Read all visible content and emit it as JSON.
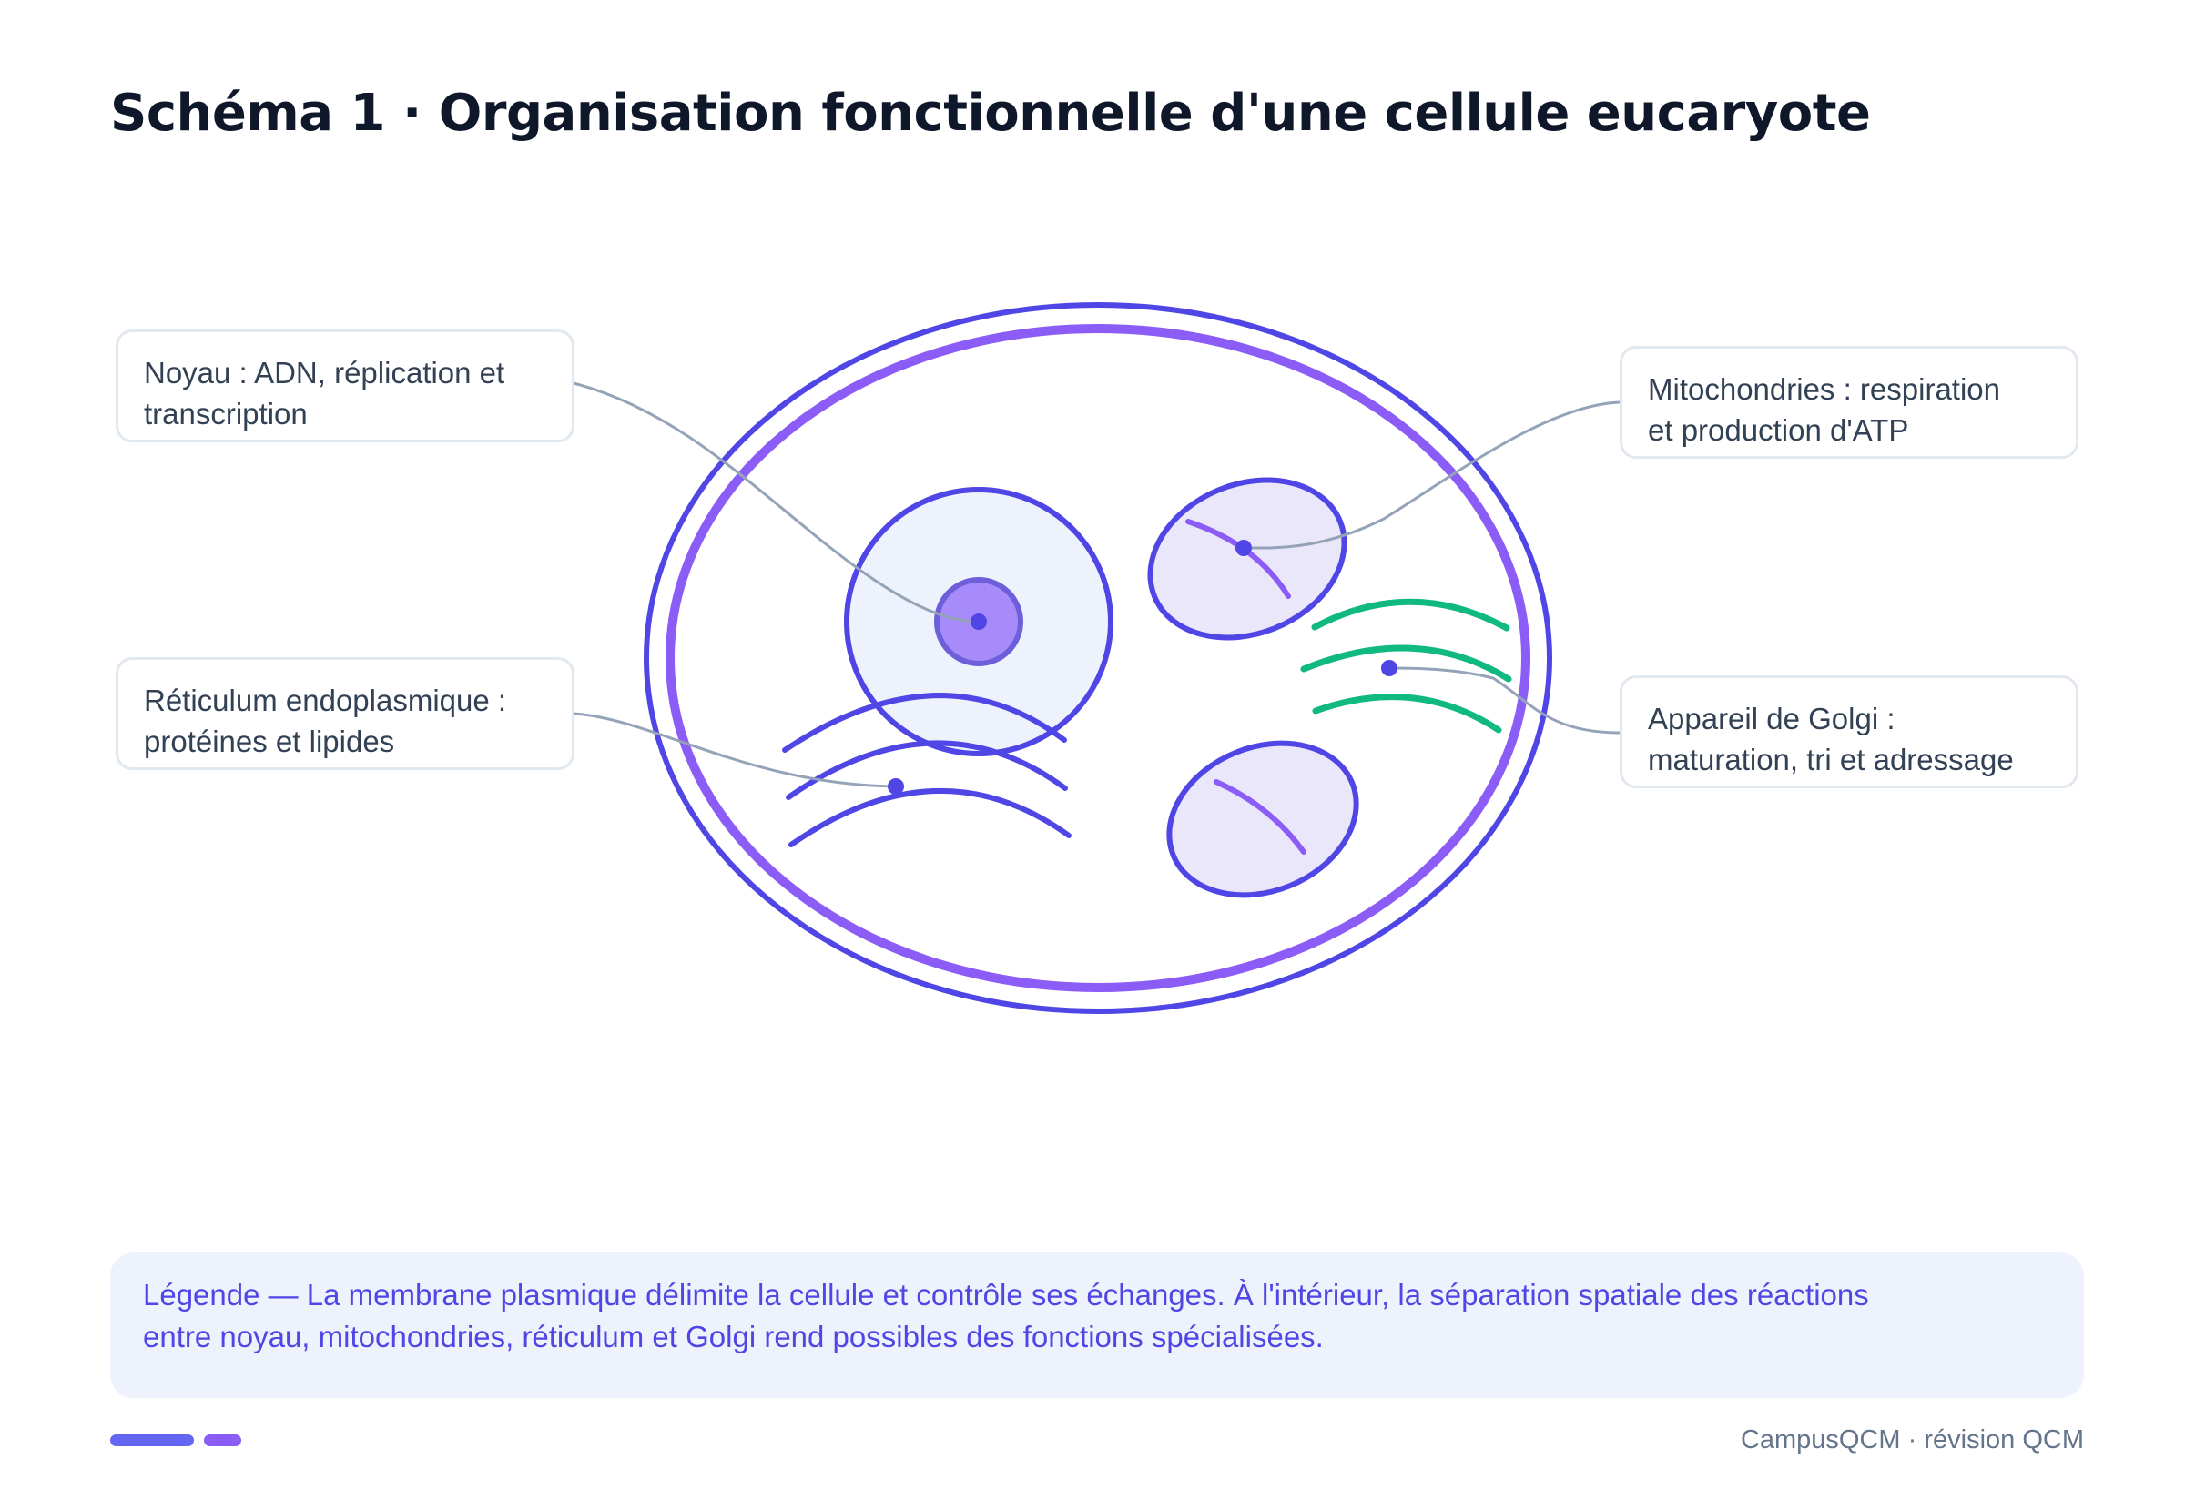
{
  "title": "Schéma 1 · Organisation fonctionnelle d'une cellule eucaryote",
  "labels": {
    "noyau": {
      "line1": "Noyau : ADN, réplication et",
      "line2": "transcription"
    },
    "mitochondries": {
      "line1": "Mitochondries : respiration",
      "line2": "et production d'ATP"
    },
    "reticulum": {
      "line1": "Réticulum endoplasmique :",
      "line2": "protéines et lipides"
    },
    "golgi": {
      "line1": "Appareil de Golgi :",
      "line2": "maturation, tri et adressage"
    }
  },
  "legend": {
    "line1": "Légende — La membrane plasmique délimite la cellule et contrôle ses échanges. À l'intérieur, la séparation spatiale des réactions",
    "line2": "entre noyau, mitochondries, réticulum et Golgi rend possibles des fonctions spécialisées."
  },
  "footer": {
    "text": "CampusQCM · révision QCM"
  },
  "colors": {
    "membrane_outer": "#4f46e5",
    "membrane_inner": "#8b5cf6",
    "nucleus_fill": "#eef2fd",
    "nucleolus": "#a78bfa",
    "mitochondria_fill": "#ebe7fb",
    "golgi": "#10b981",
    "connector": "#94a3b8",
    "accent_bar_1": "#6366f1",
    "accent_bar_2": "#8b5cf6"
  }
}
